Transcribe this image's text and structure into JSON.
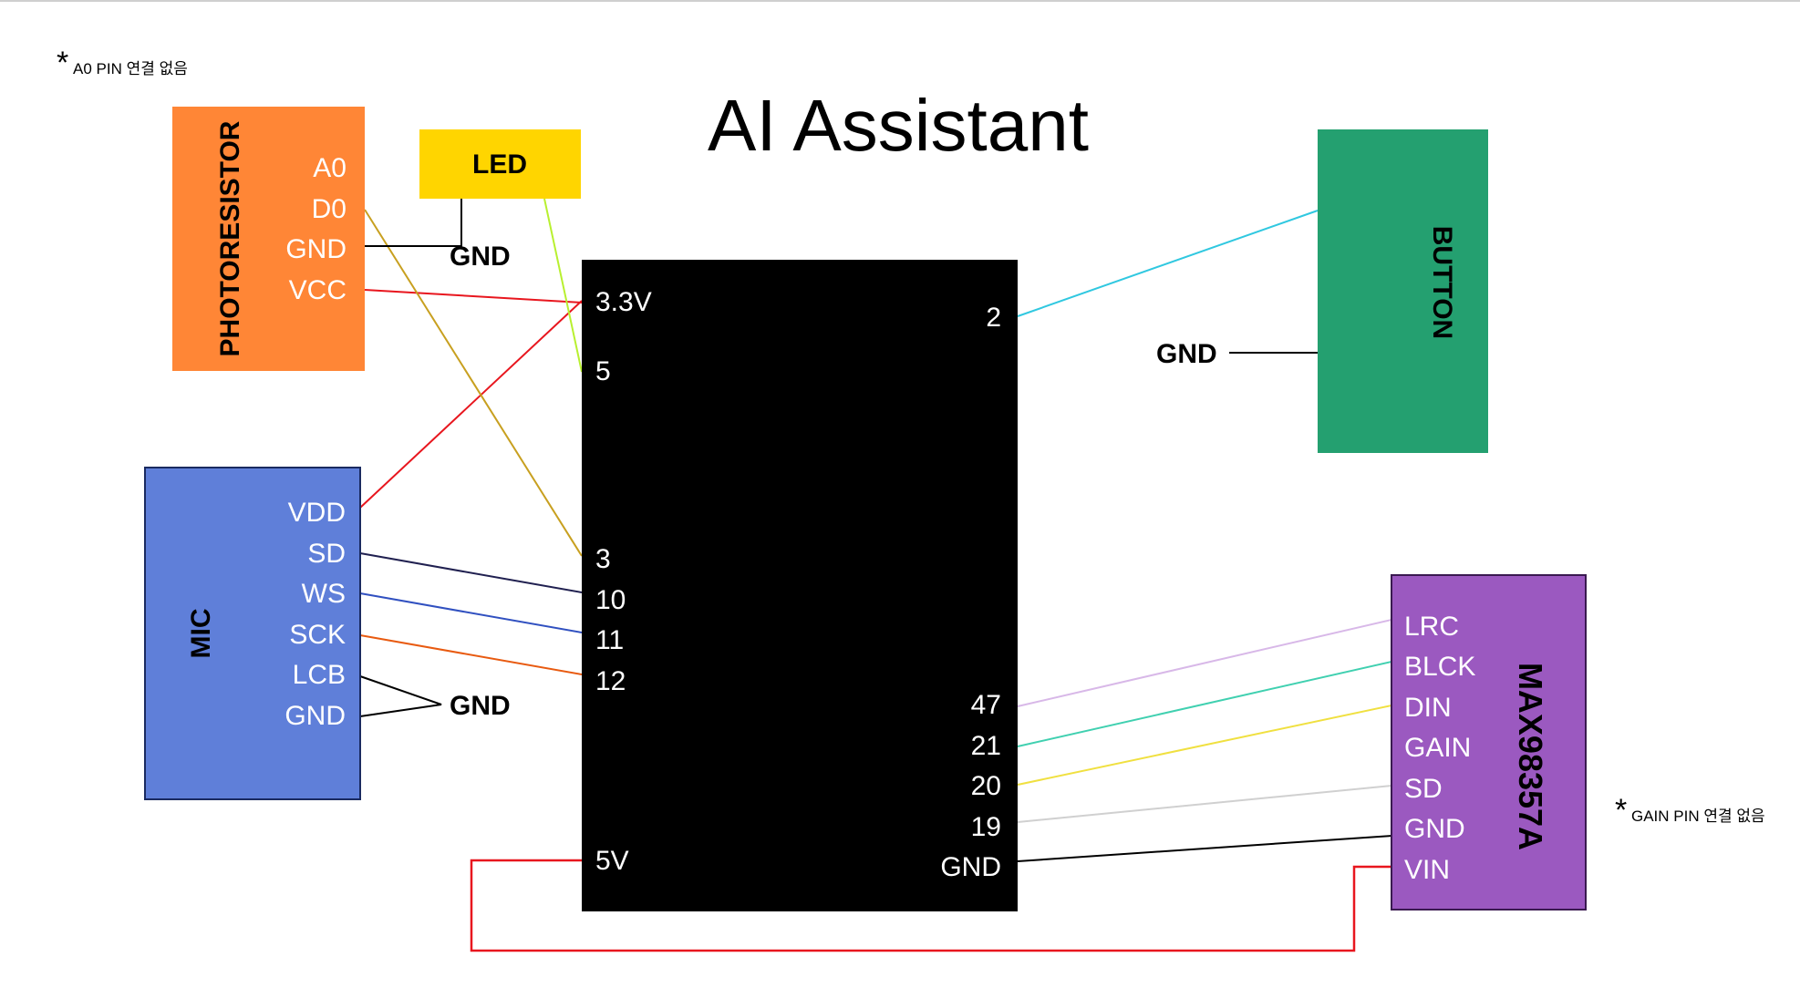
{
  "title": "AI Assistant",
  "notes": {
    "a0": "A0 PIN 연결 없음",
    "gain": "GAIN PIN 연결 없음",
    "star": "*"
  },
  "colors": {
    "photoresistor": "#FF8636",
    "led": "#FFD500",
    "mcu": "#000000",
    "button": "#24A070",
    "mic": "#5F7FD9",
    "amp": "#9B59C0"
  },
  "photoresistor": {
    "label": "PHOTORESISTOR",
    "pins": [
      "A0",
      "D0",
      "GND",
      "VCC"
    ]
  },
  "led": {
    "label": "LED"
  },
  "button": {
    "label": "BUTTON"
  },
  "mic": {
    "label": "MIC",
    "pins": [
      "VDD",
      "SD",
      "WS",
      "SCK",
      "LCB",
      "GND"
    ]
  },
  "amp": {
    "label": "MAX98357A",
    "pins": [
      "LRC",
      "BLCK",
      "DIN",
      "GAIN",
      "SD",
      "GND",
      "VIN"
    ]
  },
  "mcu": {
    "left_pins": [
      "3.3V",
      "5",
      "3",
      "10",
      "11",
      "12",
      "5V"
    ],
    "right_pins": [
      "2",
      "47",
      "21",
      "20",
      "19",
      "GND"
    ]
  },
  "gnd_labels": {
    "led_photo": "GND",
    "button": "GND",
    "mic": "GND"
  },
  "wire_colors": {
    "vcc": "#E8161E",
    "d0": "#C8A020",
    "led": "#B8F030",
    "button": "#30C8E0",
    "mic_sd": "#202050",
    "mic_ws": "#3050C0",
    "mic_sck": "#E85A10",
    "lrc": "#D8B8E8",
    "blck": "#40D0B0",
    "din": "#F0E040",
    "sd": "#D0D0D0",
    "gnd": "#000000",
    "power": "#E8161E"
  }
}
